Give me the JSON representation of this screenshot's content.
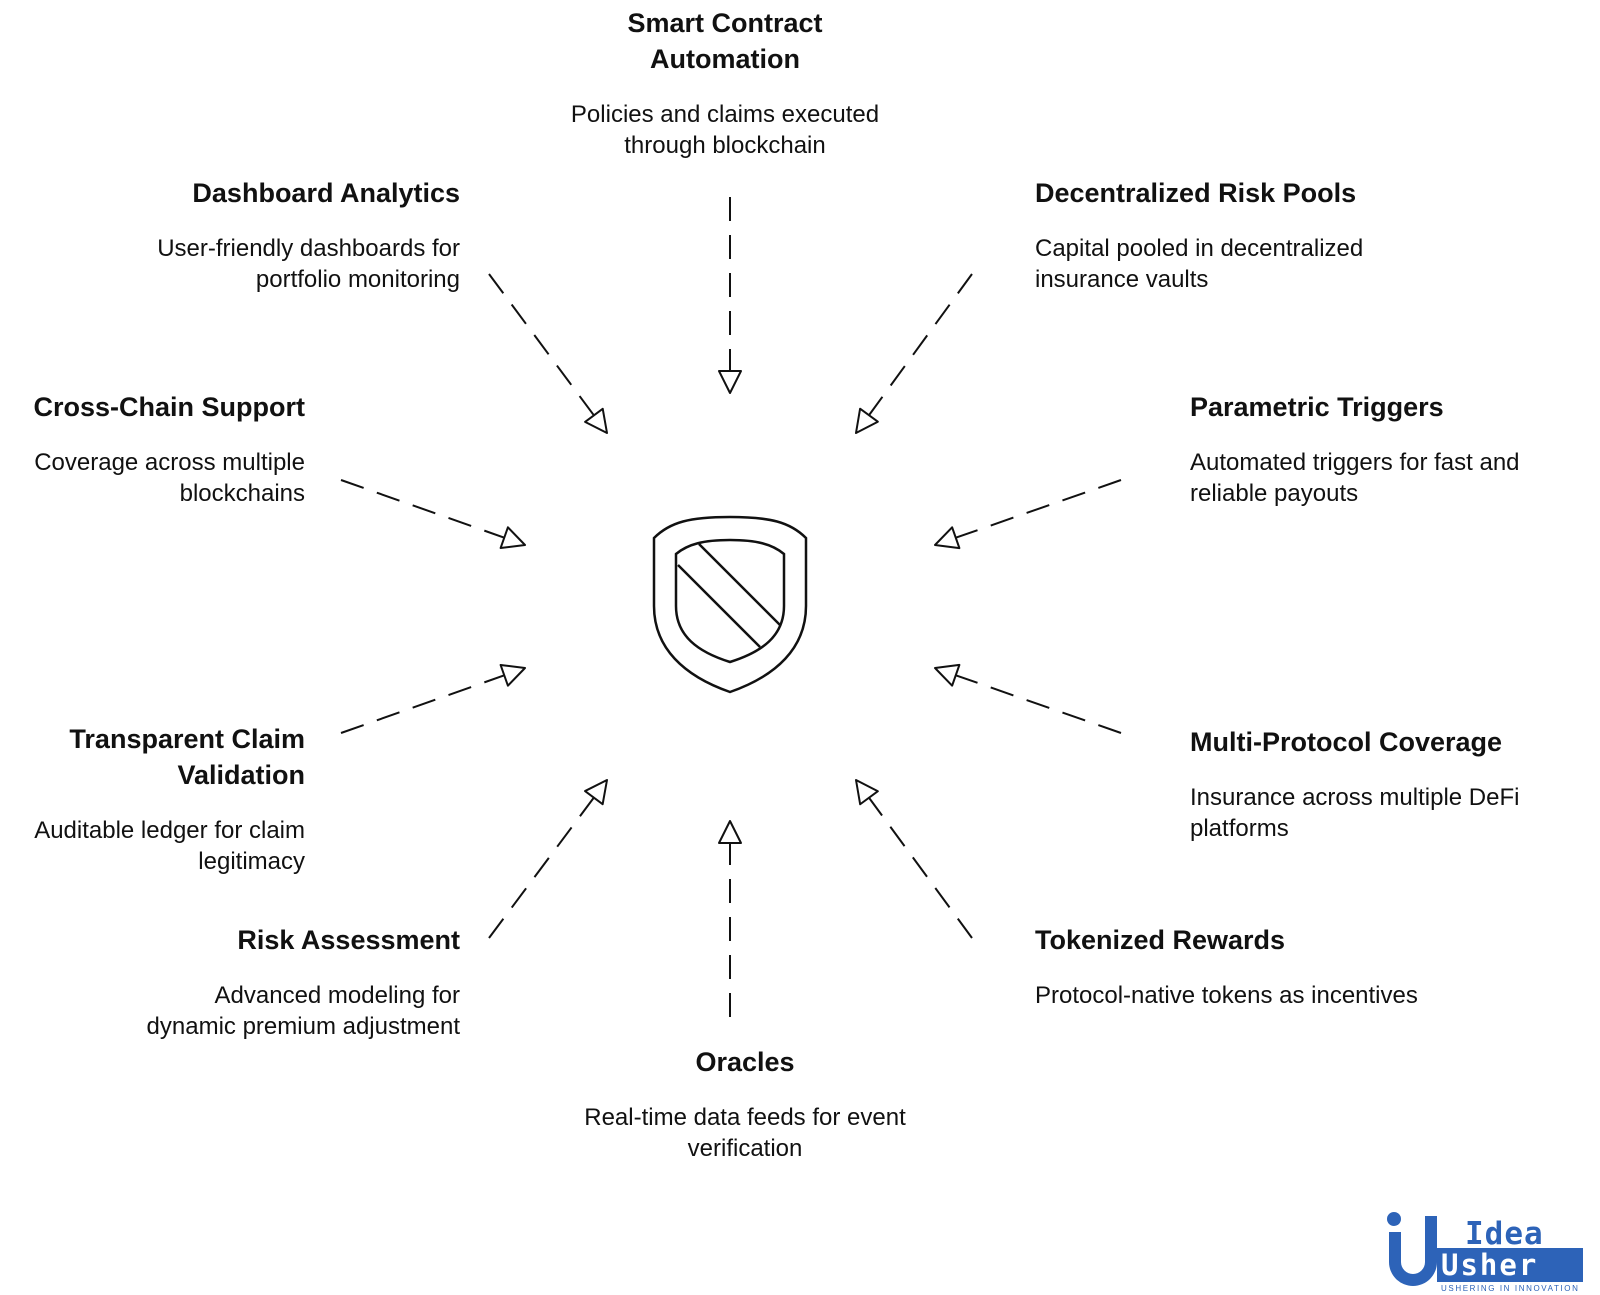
{
  "nodes": [
    {
      "id": "smart-contract-automation",
      "title": "Smart Contract\nAutomation",
      "desc": "Policies and claims executed\nthrough blockchain"
    },
    {
      "id": "decentralized-risk-pools",
      "title": "Decentralized Risk Pools",
      "desc": "Capital pooled in decentralized\ninsurance vaults"
    },
    {
      "id": "parametric-triggers",
      "title": "Parametric Triggers",
      "desc": "Automated triggers for fast and\nreliable payouts"
    },
    {
      "id": "multi-protocol-coverage",
      "title": "Multi-Protocol Coverage",
      "desc": "Insurance across multiple DeFi\nplatforms"
    },
    {
      "id": "tokenized-rewards",
      "title": "Tokenized Rewards",
      "desc": "Protocol-native tokens as incentives"
    },
    {
      "id": "oracles",
      "title": "Oracles",
      "desc": "Real-time data feeds for event\nverification"
    },
    {
      "id": "risk-assessment",
      "title": "Risk Assessment",
      "desc": "Advanced modeling for\ndynamic premium adjustment"
    },
    {
      "id": "transparent-claim-validation",
      "title": "Transparent Claim\nValidation",
      "desc": "Auditable ledger for claim\nlegitimacy"
    },
    {
      "id": "cross-chain-support",
      "title": "Cross-Chain Support",
      "desc": "Coverage across multiple\nblockchains"
    },
    {
      "id": "dashboard-analytics",
      "title": "Dashboard Analytics",
      "desc": "User-friendly dashboards for\nportfolio monitoring"
    }
  ],
  "center": {
    "icon": "shield-icon"
  },
  "logo": {
    "word_top": "Idea",
    "word_bottom": "Usher",
    "tagline": "USHERING IN INNOVATION"
  },
  "colors": {
    "stroke": "#111111",
    "logo_blue": "#2d63b8"
  }
}
